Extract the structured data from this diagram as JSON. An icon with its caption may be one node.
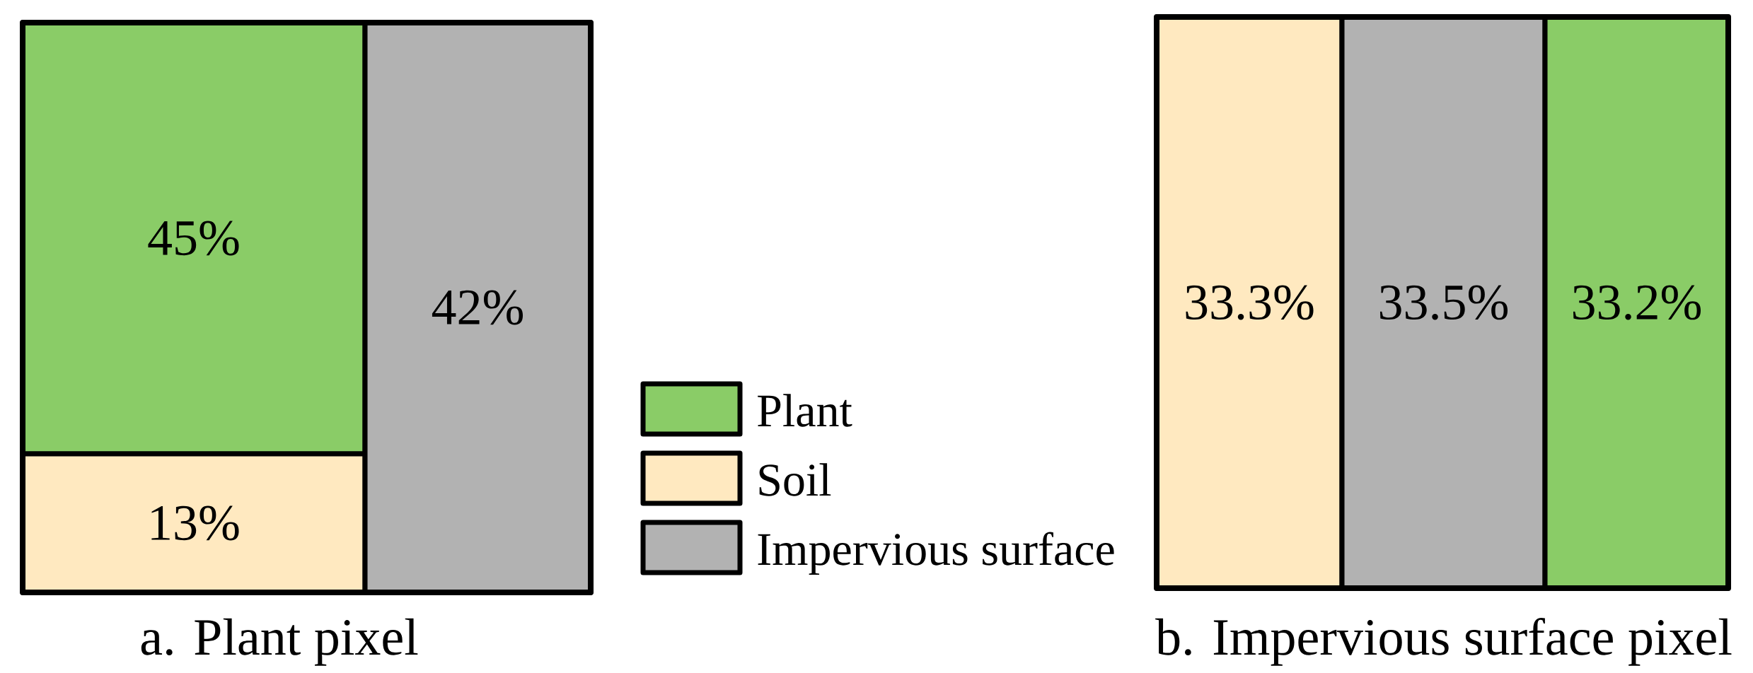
{
  "diagram": {
    "nodes": [
      {
        "text": [
          "a. Plant pixel"
        ]
      },
      {
        "text": [
          "45%"
        ],
        "in": 0
      },
      {
        "text": [
          "13%"
        ],
        "in": 0
      },
      {
        "text": [
          "42%"
        ],
        "in": 0
      },
      {
        "text": [
          "b. Impervious surface pixel"
        ]
      },
      {
        "text": [
          "33.3%"
        ],
        "in": 4
      },
      {
        "text": [
          "33.5%"
        ],
        "in": 4
      },
      {
        "text": [
          "33.2%"
        ],
        "in": 4
      }
    ],
    "legend": [
      {
        "text": "Plant",
        "color": "#8acc67"
      },
      {
        "text": "Soil",
        "color": "#ffe9c0"
      },
      {
        "text": "Impervious surface",
        "color": "#b2b2b2"
      }
    ]
  }
}
